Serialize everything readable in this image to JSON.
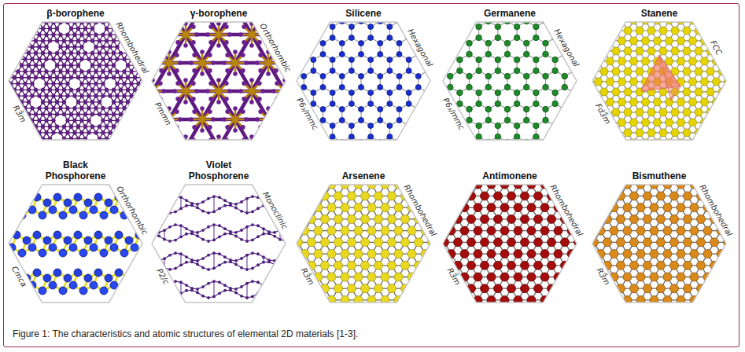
{
  "diagram": {
    "caption": "Figure 1: The characteristics and atomic structures of elemental 2D materials [1-3].",
    "nodes": [
      {
        "text": [
          "β-borophene",
          "R3̄m",
          "Rhombohedral"
        ]
      },
      {
        "text": [
          "γ-borophene",
          "Pmmn",
          "Orthorhombic"
        ]
      },
      {
        "text": [
          "Silicene",
          "P6₃/mmc",
          "Hexagonal"
        ]
      },
      {
        "text": [
          "Germanene",
          "P6₃/mmc",
          "Hexagonal"
        ]
      },
      {
        "text": [
          "Stanene",
          "Fd3̄m",
          "FCC"
        ]
      },
      {
        "text": [
          "Black Phosphorene",
          "Cmca",
          "Orthorhombic"
        ]
      },
      {
        "text": [
          "Violet Phosphorene",
          "P2/c",
          "Monoclinic"
        ]
      },
      {
        "text": [
          "Arsenene",
          "R3̄m",
          "Rhombohedral"
        ]
      },
      {
        "text": [
          "Antimonene",
          "R3̄m",
          "Rhombohedral"
        ]
      },
      {
        "text": [
          "Bismuthene",
          "R3̄m",
          "Rhombohedral"
        ]
      }
    ]
  }
}
